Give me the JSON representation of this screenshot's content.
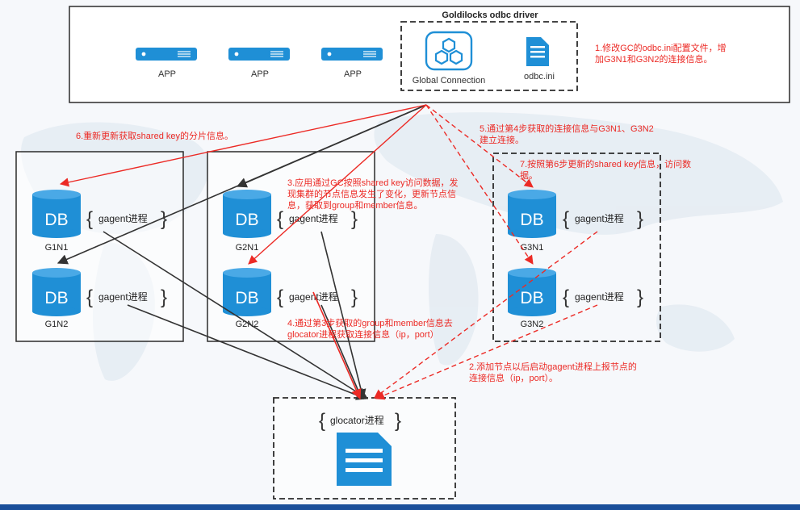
{
  "driver": {
    "title": "Goldilocks odbc driver",
    "apps": [
      "APP",
      "APP",
      "APP"
    ],
    "global_connection": "Global Connection",
    "odbc_ini": "odbc.ini"
  },
  "db_icon_text": "DB",
  "agent_label": "gagent进程",
  "nodes": {
    "g1n1": "G1N1",
    "g1n2": "G1N2",
    "g2n1": "G2N1",
    "g2n2": "G2N2",
    "g3n1": "G3N1",
    "g3n2": "G3N2"
  },
  "glocator_label": "glocator进程",
  "notes": {
    "n1": [
      "1.修改GC的odbc.ini配置文件，增",
      "加G3N1和G3N2的连接信息。"
    ],
    "n2": [
      "2.添加节点以后启动gagent进程上报节点的",
      "连接信息（ip，port）。"
    ],
    "n3": [
      "3.应用通过GC按照shared key访问数据，发",
      "现集群的节点信息发生了变化，更新节点信",
      "息，获取到group和member信息。"
    ],
    "n4": [
      "4.通过第3步获取的group和member信息去",
      "glocator进程获取连接信息（ip，port）"
    ],
    "n5": [
      "5.通过第4步获取的连接信息与G3N1、G3N2",
      "建立连接。"
    ],
    "n6": [
      "6.重新更新获取shared key的分片信息。"
    ],
    "n7": [
      "7.按照第6步更新的shared key信息，访问数",
      "据。"
    ]
  },
  "colors": {
    "red": "#ec2a25",
    "dark": "#333333",
    "blue": "#1f8fd6",
    "box": "#2b2b2b",
    "bottom_bar": "#1a4f9a"
  }
}
